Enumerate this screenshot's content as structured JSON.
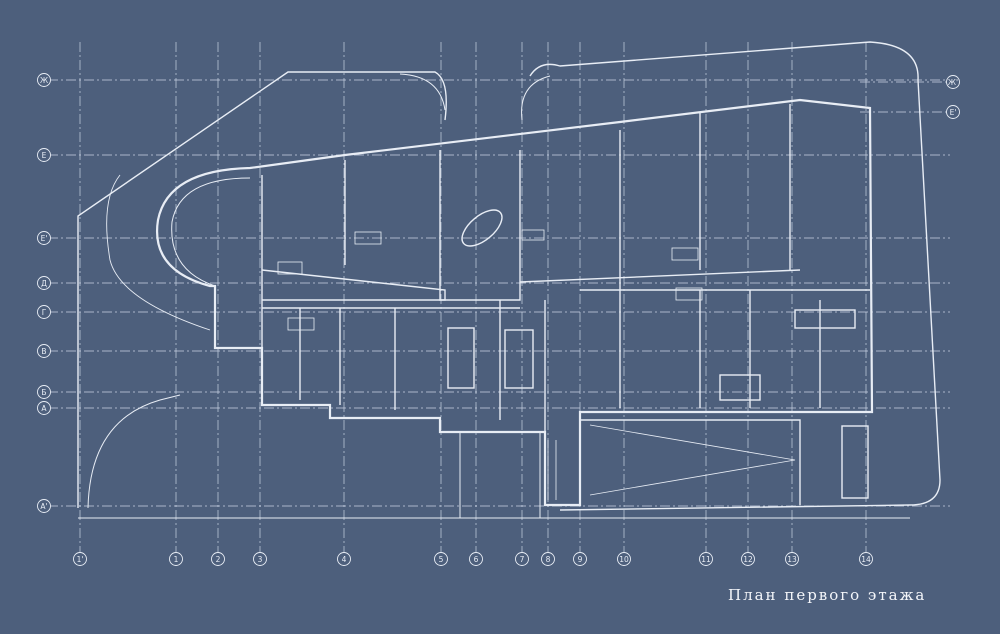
{
  "title": "План первого этажа",
  "grid_columns": [
    "1'",
    "1",
    "2",
    "3",
    "4",
    "5",
    "6",
    "7",
    "8",
    "9",
    "10",
    "11",
    "12",
    "13",
    "14"
  ],
  "grid_rows": [
    "Ж",
    "Е",
    "Е'",
    "Д",
    "Г",
    "В",
    "Б",
    "А",
    "А'"
  ],
  "grid_rows_right": [
    "Ж'",
    "Е'"
  ],
  "colors": {
    "background": "#4d5f7c",
    "line": "#e8edf5",
    "dash": "#c9d3e3"
  }
}
